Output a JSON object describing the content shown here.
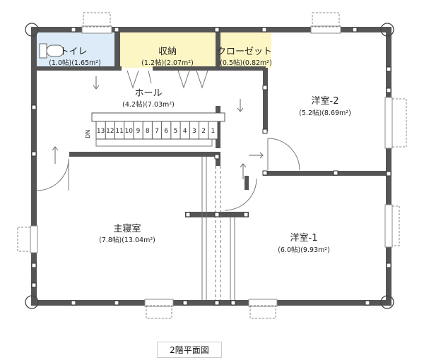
{
  "title": "2階平面図",
  "rooms": [
    {
      "id": "toilet",
      "name": "トイレ",
      "size": "(1.0帖)(1.65m²)"
    },
    {
      "id": "storage",
      "name": "収納",
      "size": "(1.2帖)(2.07m²)"
    },
    {
      "id": "closet",
      "name": "クローゼット",
      "size": "(0.5帖)(0.82m²)"
    },
    {
      "id": "hall",
      "name": "ホール",
      "size": "(4.2帖)(7.03m²)"
    },
    {
      "id": "western2",
      "name": "洋室-2",
      "size": "(5.2帖)(8.69m²)"
    },
    {
      "id": "master",
      "name": "主寝室",
      "size": "(7.8帖)(13.04m²)"
    },
    {
      "id": "western1",
      "name": "洋室-1",
      "size": "(6.0帖)(9.93m²)"
    }
  ],
  "stairs": {
    "label": "DN",
    "steps": [
      "13",
      "12",
      "11",
      "10",
      "9",
      "8",
      "7",
      "6",
      "5",
      "4",
      "3",
      "2",
      "1"
    ]
  },
  "colors": {
    "wall": "#555555",
    "toilet_fill": "#dcebf7",
    "storage_fill": "#fbf6c4",
    "closet_fill": "#fbf6c4",
    "window": "#a0a0a0"
  }
}
